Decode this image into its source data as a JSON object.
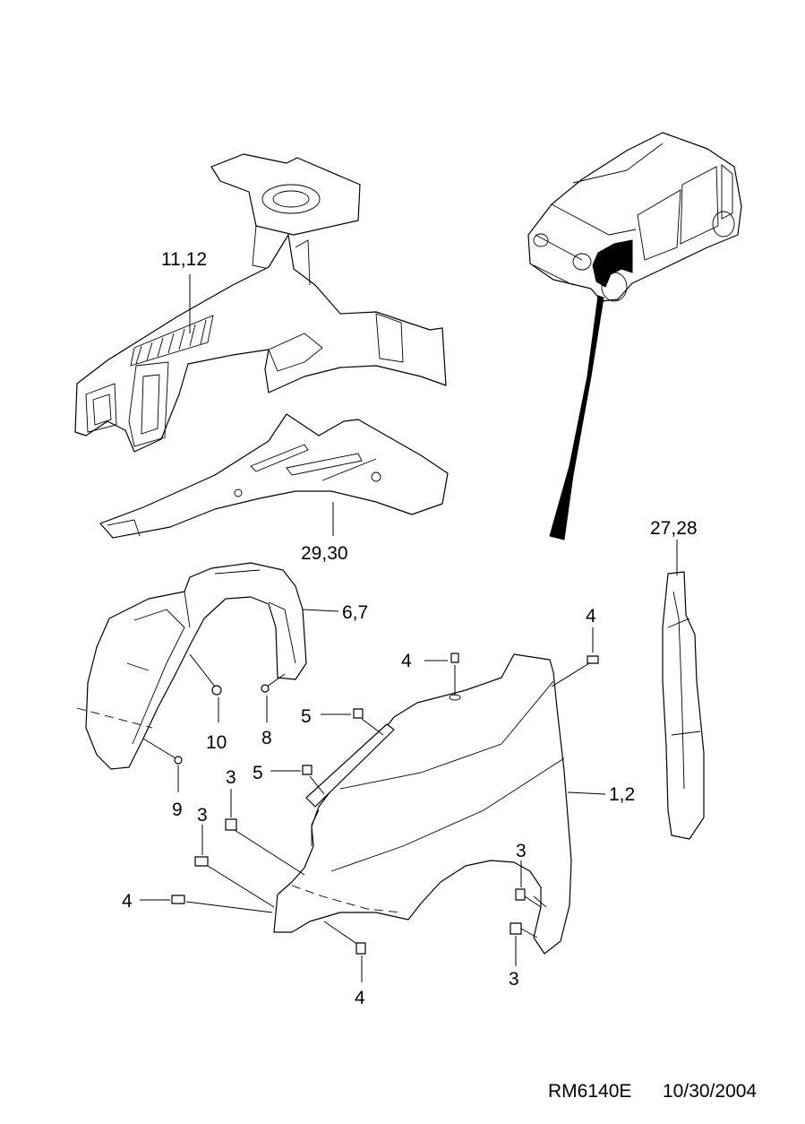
{
  "diagram": {
    "callouts": {
      "wheelhouse_panel": "11,12",
      "apron_reinforcement": "29,30",
      "fender_seal": "27,28",
      "fender_liner": "6,7",
      "fender": "1,2",
      "screw_10": "10",
      "screw_8": "8",
      "screw_9": "9",
      "clip_3_a": "3",
      "clip_3_b": "3",
      "clip_3_c": "3",
      "clip_3_d": "3",
      "bolt_4_top": "4",
      "bolt_4_right": "4",
      "bolt_4_left": "4",
      "bolt_4_bottom": "4",
      "bolt_5_upper": "5",
      "bolt_5_lower": "5"
    },
    "footer": {
      "ref_code": "RM6140E",
      "date": "10/30/2004"
    }
  }
}
